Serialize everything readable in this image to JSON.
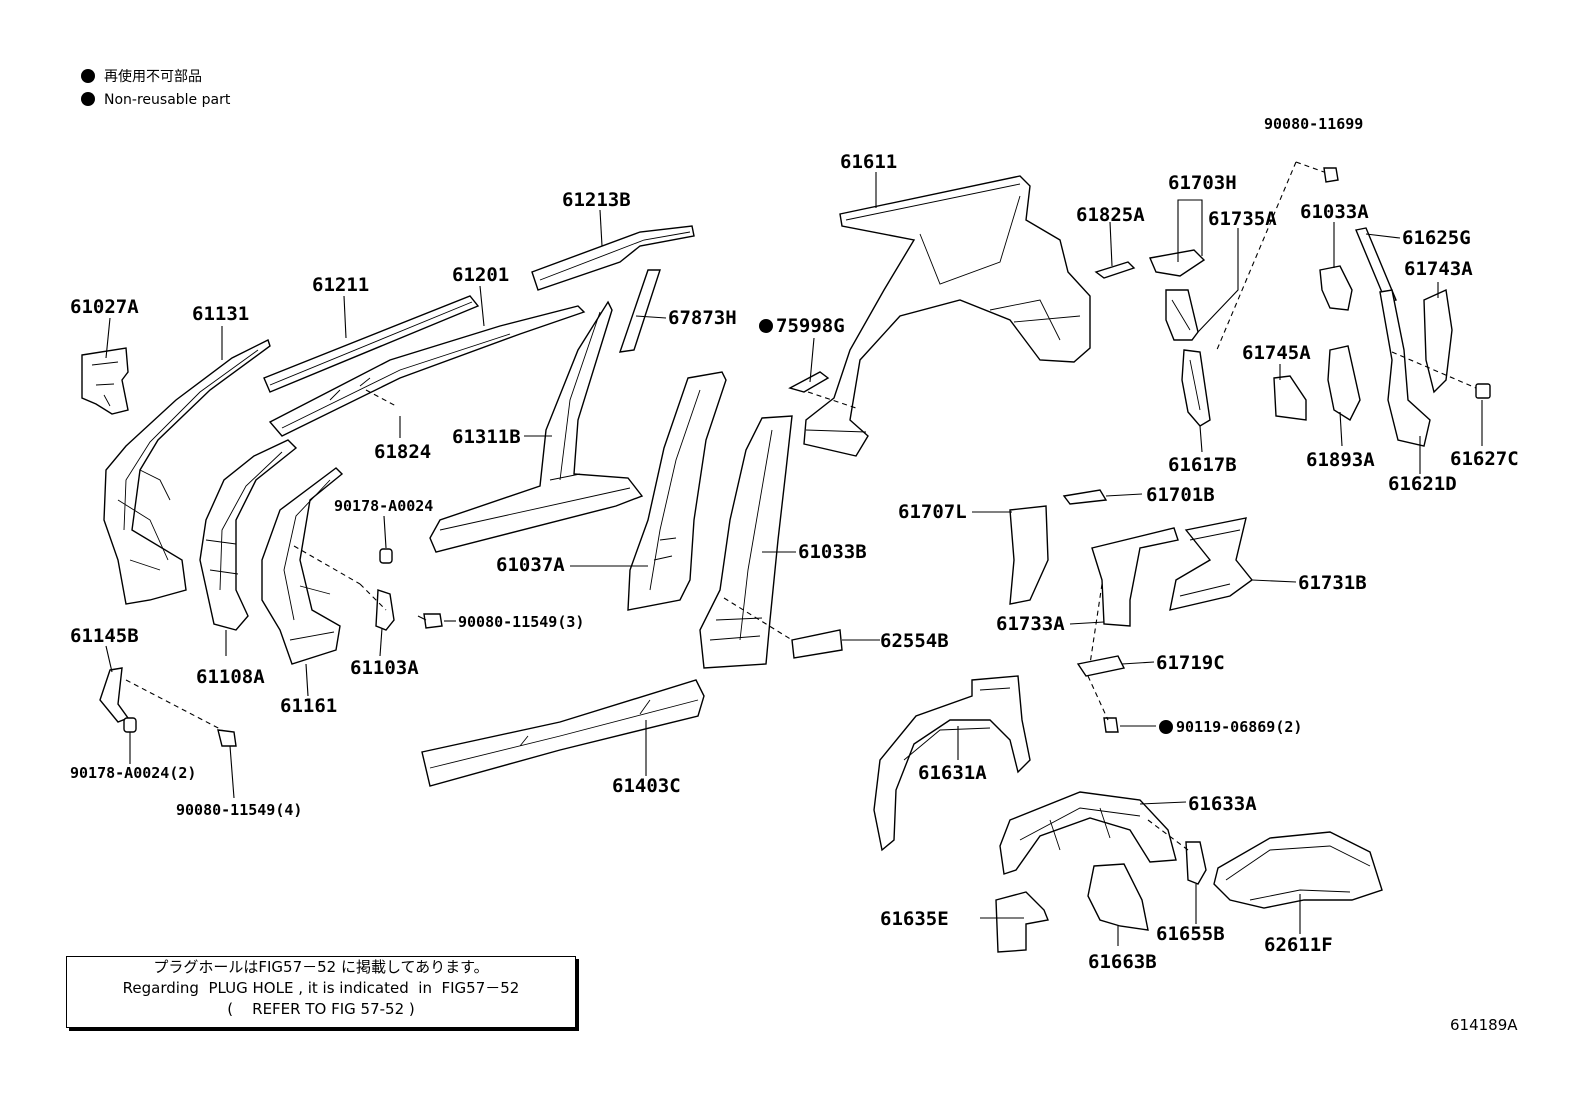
{
  "legend": {
    "ja": "再使用不可部品",
    "en": "Non-reusable part"
  },
  "labels": {
    "p61027A": "61027A",
    "p61131": "61131",
    "p61211": "61211",
    "p61201": "61201",
    "p61213B": "61213B",
    "p67873H": "67873H",
    "p75998G": "75998G",
    "p61611": "61611",
    "p61825A": "61825A",
    "p61703H": "61703H",
    "p61735A": "61735A",
    "p90080_11699": "90080-11699",
    "p61033A": "61033A",
    "p61625G": "61625G",
    "p61743A": "61743A",
    "p61745A": "61745A",
    "p61893A": "61893A",
    "p61621D": "61621D",
    "p61627C": "61627C",
    "p61617B": "61617B",
    "p61824": "61824",
    "p61311B": "61311B",
    "p90178_A0024": "90178-A0024",
    "p61037A": "61037A",
    "p61033B": "61033B",
    "p61707L": "61707L",
    "p61701B": "61701B",
    "p61731B": "61731B",
    "p61733A": "61733A",
    "p61719C": "61719C",
    "p90119_06869": "90119-06869(2)",
    "p90080_11549_3": "90080-11549(3)",
    "p62554B": "62554B",
    "p61145B": "61145B",
    "p61108A": "61108A",
    "p61161": "61161",
    "p61103A": "61103A",
    "p90178_A0024_2": "90178-A0024(2)",
    "p90080_11549_4": "90080-11549(4)",
    "p61403C": "61403C",
    "p61631A": "61631A",
    "p61633A": "61633A",
    "p61635E": "61635E",
    "p61663B": "61663B",
    "p61655B": "61655B",
    "p62611F": "62611F"
  },
  "note": {
    "line1": "プラグホールはFIG57－52 に掲載してあります。",
    "line2": "Regarding  PLUG HOLE , it is indicated  in  FIG57－52",
    "line3": "(    REFER TO FIG 57-52 )"
  },
  "figure_code": "614189A"
}
